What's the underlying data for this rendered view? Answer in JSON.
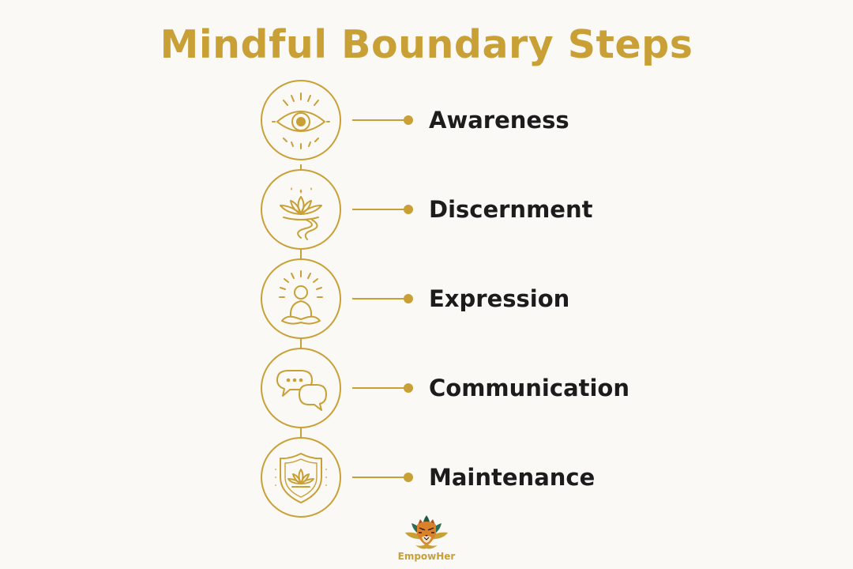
{
  "title": "Mindful Boundary Steps",
  "steps": [
    {
      "label": "Awareness",
      "icon": "eye-icon"
    },
    {
      "label": "Discernment",
      "icon": "lotus-path-icon"
    },
    {
      "label": "Expression",
      "icon": "meditating-person-icon"
    },
    {
      "label": "Communication",
      "icon": "speech-bubbles-icon"
    },
    {
      "label": "Maintenance",
      "icon": "shield-lotus-icon"
    }
  ],
  "brand": {
    "name": "EmpowHer",
    "logo": "tiger-lotus-logo"
  },
  "colors": {
    "accent": "#c9a035",
    "text": "#1c1c1c",
    "background": "#faf9f6"
  }
}
